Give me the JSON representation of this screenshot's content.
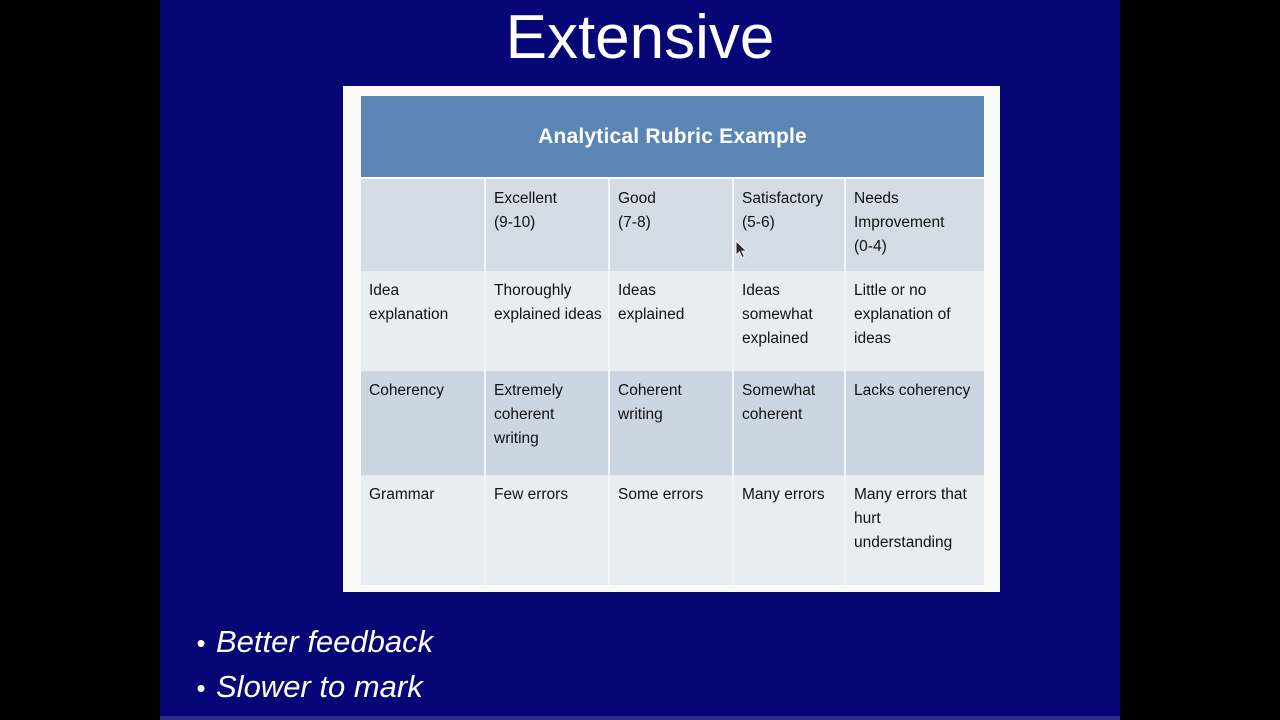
{
  "slide": {
    "title": "Extensive",
    "background_color": "#060677",
    "letterbox_color": "#000000"
  },
  "rubric": {
    "banner_title": "Analytical Rubric Example",
    "banner_color": "#5b85b5",
    "column_headers": [
      "",
      "Excellent\n(9-10)",
      "Good\n(7-8)",
      "Satisfactory\n(5-6)",
      "Needs Improvement\n(0-4)"
    ],
    "column_headers_lines": [
      {
        "line1": "",
        "line2": ""
      },
      {
        "line1": "Excellent",
        "line2": "(9-10)"
      },
      {
        "line1": "Good",
        "line2": "(7-8)"
      },
      {
        "line1": "Satisfactory",
        "line2": "(5-6)"
      },
      {
        "line1": "Needs Improvement",
        "line2": "(0-4)"
      }
    ],
    "rows": [
      {
        "criterion": "Idea explanation",
        "excellent": "Thoroughly explained ideas",
        "good": "Ideas explained",
        "satisfactory": "Ideas somewhat explained",
        "needs_improvement": "Little or no explanation of ideas"
      },
      {
        "criterion": "Coherency",
        "excellent": "Extremely coherent writing",
        "good": "Coherent writing",
        "satisfactory": "Somewhat coherent",
        "needs_improvement": "Lacks coherency"
      },
      {
        "criterion": "Grammar",
        "excellent": "Few errors",
        "good": "Some errors",
        "satisfactory": "Many errors",
        "needs_improvement": "Many errors that hurt understanding"
      }
    ]
  },
  "bullets": {
    "marker": "•",
    "items": [
      {
        "text": "Better feedback"
      },
      {
        "text": "Slower to mark"
      }
    ]
  }
}
